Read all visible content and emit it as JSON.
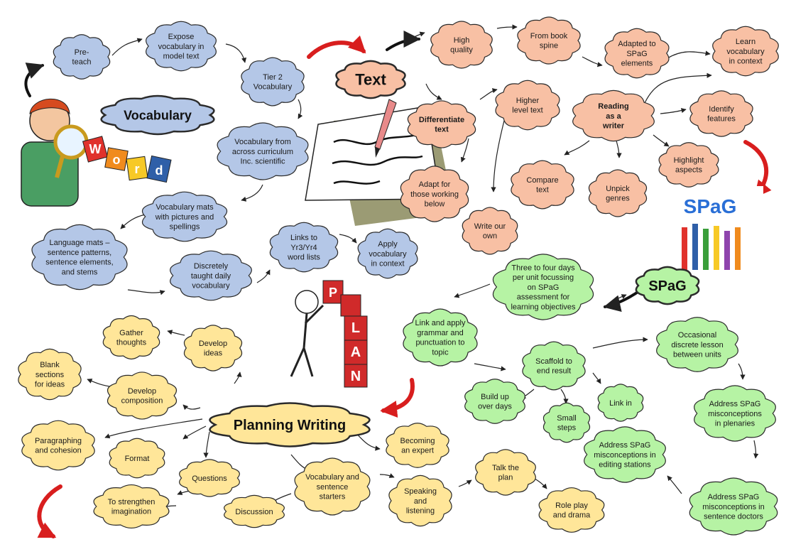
{
  "colors": {
    "vocabulary": "#b4c7e7",
    "text": "#f8c0a4",
    "spag": "#b6f3a4",
    "planning": "#ffe699",
    "outline": "#2b2b2b",
    "arrow": "#222222",
    "red_arrow": "#d81e1e"
  },
  "icons": [
    "word-magnifier-boy-icon",
    "paper-pencil-icon",
    "spag-pencils-icon",
    "plan-blocks-man-icon"
  ],
  "hubs": {
    "vocabulary": "Vocabulary",
    "text": "Text",
    "spag": "SPaG",
    "planning": "Planning Writing"
  },
  "vocabulary_nodes": {
    "pre_teach": [
      "Pre-",
      "teach"
    ],
    "expose": [
      "Expose",
      "vocabulary in",
      "model text"
    ],
    "tier2": [
      "Tier 2",
      "Vocabulary"
    ],
    "across_curriculum": [
      "Vocabulary from",
      "across curriculum",
      "Inc. scientific"
    ],
    "mats": [
      "Vocabulary mats",
      "with pictures and",
      "spellings"
    ],
    "language_mats": [
      "Language mats –",
      "sentence patterns,",
      "sentence elements,",
      "and stems"
    ],
    "discretely": [
      "Discretely",
      "taught daily",
      "vocabulary"
    ],
    "links": [
      "Links to",
      "Yr3/Yr4",
      "word lists"
    ],
    "apply": [
      "Apply",
      "vocabulary",
      "in context"
    ]
  },
  "text_nodes": {
    "high_quality": [
      "High",
      "quality"
    ],
    "book_spine": [
      "From book",
      "spine"
    ],
    "adapted": [
      "Adapted to",
      "SPaG",
      "elements"
    ],
    "learn_vocab": [
      "Learn",
      "vocabulary",
      "in context"
    ],
    "differentiate": [
      "Differentiate",
      "text"
    ],
    "higher_level": [
      "Higher",
      "level text"
    ],
    "reading_writer": [
      "Reading",
      "as a",
      "writer"
    ],
    "identify": [
      "Identify",
      "features"
    ],
    "highlight": [
      "Highlight",
      "aspects"
    ],
    "compare": [
      "Compare",
      "text"
    ],
    "unpick": [
      "Unpick",
      "genres"
    ],
    "adapt_below": [
      "Adapt for",
      "those working",
      "below"
    ],
    "write_own": [
      "Write our",
      "own"
    ]
  },
  "spag_nodes": {
    "three_four": [
      "Three to four days",
      "per unit focussing",
      "on SPaG",
      "assessment for",
      "learning objectives"
    ],
    "link_apply": [
      "Link and apply",
      "grammar and",
      "punctuation to",
      "topic"
    ],
    "scaffold": [
      "Scaffold to",
      "end result"
    ],
    "occasional": [
      "Occasional",
      "discrete lesson",
      "between units"
    ],
    "build_up": [
      "Build up",
      "over days"
    ],
    "small_steps": [
      "Small",
      "steps"
    ],
    "link_in": [
      "Link in"
    ],
    "plenaries": [
      "Address SPaG",
      "misconceptions",
      "in plenaries"
    ],
    "editing": [
      "Address SPaG",
      "misconceptions in",
      "editing stations"
    ],
    "doctors": [
      "Address SPaG",
      "misconceptions in",
      "sentence doctors"
    ]
  },
  "planning_nodes": {
    "gather": [
      "Gather",
      "thoughts"
    ],
    "develop_ideas": [
      "Develop",
      "ideas"
    ],
    "blank": [
      "Blank",
      "sections",
      "for ideas"
    ],
    "composition": [
      "Develop",
      "composition"
    ],
    "paragraphing": [
      "Paragraphing",
      "and cohesion"
    ],
    "format": [
      "Format"
    ],
    "questions": [
      "Questions"
    ],
    "imagination": [
      "To strengthen",
      "imagination"
    ],
    "discussion": [
      "Discussion"
    ],
    "starters": [
      "Vocabulary and",
      "sentence",
      "starters"
    ],
    "expert": [
      "Becoming",
      "an expert"
    ],
    "speaking": [
      "Speaking",
      "and",
      "listening"
    ],
    "talk": [
      "Talk the",
      "plan"
    ],
    "role_play": [
      "Role play",
      "and drama"
    ]
  },
  "illustration_text": {
    "word": "Word",
    "plan": "PLAN",
    "spag_logo": "SPaG"
  }
}
